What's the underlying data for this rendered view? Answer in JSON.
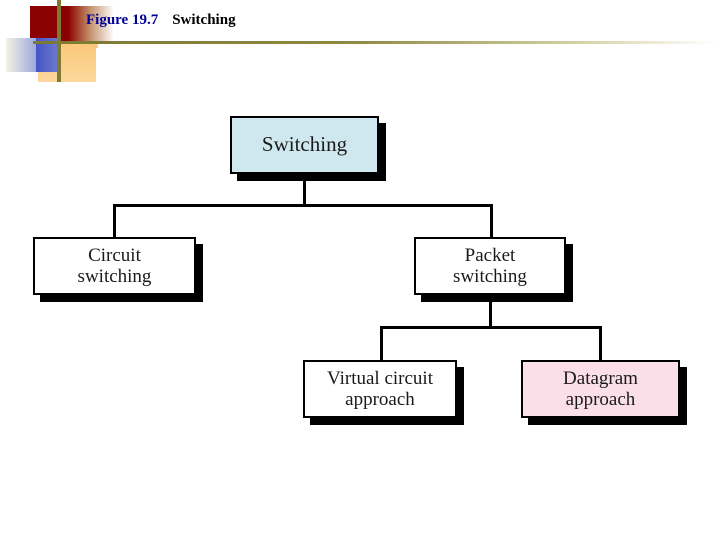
{
  "header": {
    "figure_label": "Figure 19.7",
    "figure_name": "Switching",
    "decoration": {
      "red": "#8b0000",
      "blue": "#4455c4",
      "orange": "#fbc87a",
      "rule": "#7d7a33"
    }
  },
  "diagram": {
    "type": "hierarchy-tree",
    "nodes": [
      {
        "id": "switching",
        "label": "Switching",
        "fill": "#cfe8ef",
        "level": 1
      },
      {
        "id": "circuit-switching",
        "label": "Circuit\nswitching",
        "line1": "Circuit",
        "line2": "switching",
        "fill": "#ffffff",
        "level": 2
      },
      {
        "id": "packet-switching",
        "label": "Packet\nswitching",
        "line1": "Packet",
        "line2": "switching",
        "fill": "#ffffff",
        "level": 2
      },
      {
        "id": "virtual-circuit",
        "label": "Virtual circuit\napproach",
        "line1": "Virtual circuit",
        "line2": "approach",
        "fill": "#ffffff",
        "level": 3
      },
      {
        "id": "datagram",
        "label": "Datagram\napproach",
        "line1": "Datagram",
        "line2": "approach",
        "fill": "#fadfe9",
        "level": 3
      }
    ],
    "edges": [
      {
        "from": "switching",
        "to": "circuit-switching"
      },
      {
        "from": "switching",
        "to": "packet-switching"
      },
      {
        "from": "packet-switching",
        "to": "virtual-circuit"
      },
      {
        "from": "packet-switching",
        "to": "datagram"
      }
    ]
  }
}
